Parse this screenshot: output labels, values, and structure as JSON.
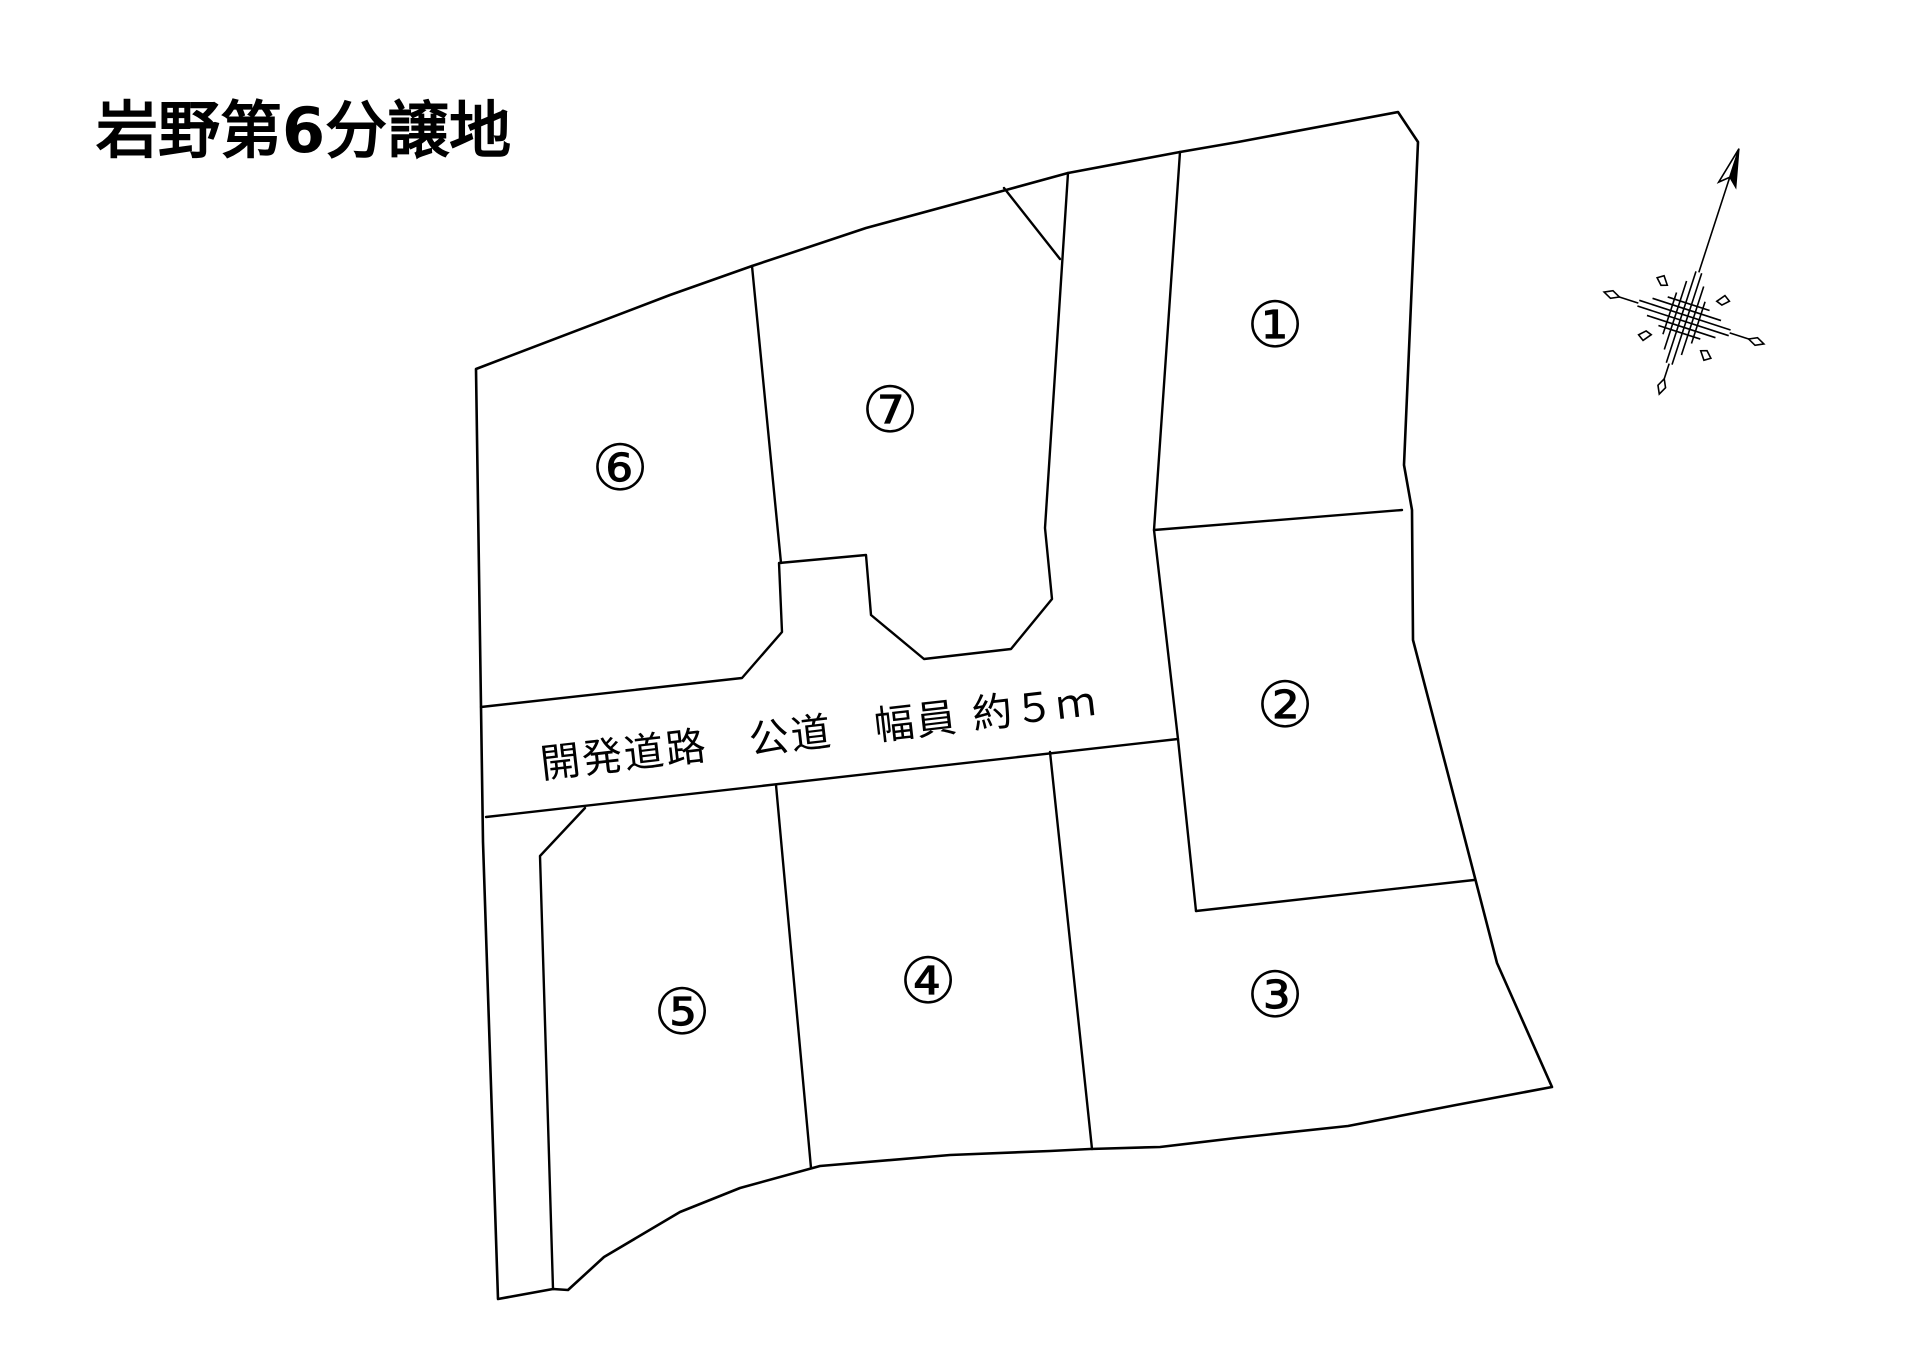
{
  "title": "岩野第6分譲地",
  "road": {
    "label": "開発道路　公道　幅員 約５ｍ"
  },
  "lots": [
    {
      "label": "①"
    },
    {
      "label": "②"
    },
    {
      "label": "③"
    },
    {
      "label": "④"
    },
    {
      "label": "⑤"
    },
    {
      "label": "⑥"
    },
    {
      "label": "⑦"
    }
  ],
  "compass": {
    "icon": "north-arrow-compass-icon"
  },
  "colors": {
    "line": "#000000",
    "background": "#ffffff"
  }
}
